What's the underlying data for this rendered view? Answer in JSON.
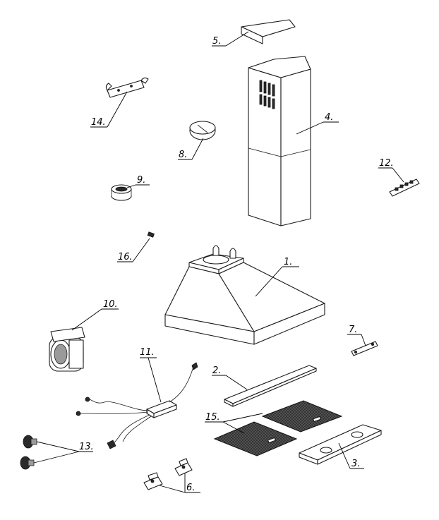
{
  "labels": {
    "p1": "1.",
    "p2": "2.",
    "p3": "3.",
    "p4": "4.",
    "p5": "5.",
    "p6": "6.",
    "p7": "7.",
    "p8": "8.",
    "p9": "9.",
    "p10": "10.",
    "p11": "11.",
    "p12": "12.",
    "p13": "13.",
    "p14": "14.",
    "p15": "15.",
    "p16": "16."
  }
}
